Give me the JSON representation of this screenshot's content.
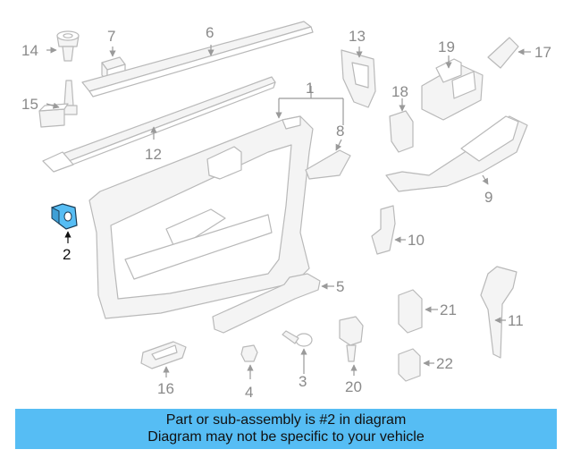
{
  "callouts": {
    "c1": "1",
    "c2": "2",
    "c3": "3",
    "c4": "4",
    "c5": "5",
    "c6": "6",
    "c7": "7",
    "c8": "8",
    "c9": "9",
    "c10": "10",
    "c11": "11",
    "c12": "12",
    "c13": "13",
    "c14": "14",
    "c15": "15",
    "c16": "16",
    "c17": "17",
    "c18": "18",
    "c19": "19",
    "c20": "20",
    "c21": "21",
    "c22": "22"
  },
  "highlight_color": "#56bdf4",
  "caption": {
    "line1": "Part or sub-assembly is #2 in diagram",
    "line2": "Diagram may not be specific to your vehicle"
  }
}
